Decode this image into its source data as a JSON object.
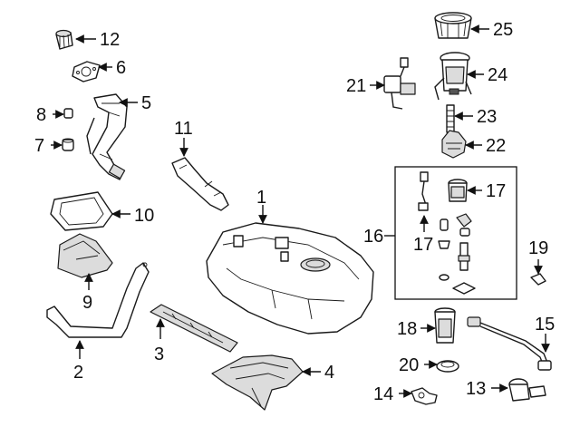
{
  "callouts": {
    "c1": "1",
    "c2": "2",
    "c3": "3",
    "c4": "4",
    "c5": "5",
    "c6": "6",
    "c7": "7",
    "c8": "8",
    "c9": "9",
    "c10": "10",
    "c11": "11",
    "c12": "12",
    "c13": "13",
    "c14": "14",
    "c15": "15",
    "c16": "16",
    "c17a": "17",
    "c17b": "17",
    "c18": "18",
    "c19": "19",
    "c20": "20",
    "c21": "21",
    "c22": "22",
    "c23": "23",
    "c24": "24",
    "c25": "25"
  }
}
